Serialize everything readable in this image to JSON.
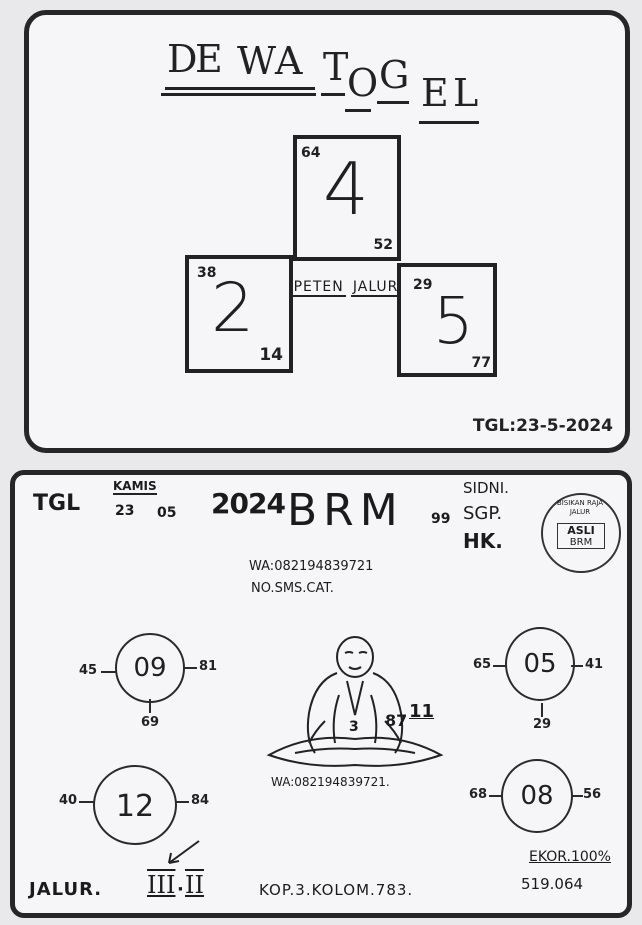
{
  "brand": {
    "letters": [
      "D",
      "E",
      "W",
      "A",
      "T",
      "O",
      "G",
      "E",
      "L"
    ]
  },
  "top": {
    "center_label_1": "PETEN",
    "center_label_2": "JALUR",
    "top_box": {
      "big": "4",
      "tl": "64",
      "br": "52"
    },
    "left_box": {
      "big": "2",
      "tl": "38",
      "br": "14"
    },
    "right_box": {
      "big": "5",
      "tl": "29",
      "br": "77"
    },
    "date": "TGL:23-5-2024"
  },
  "bottom": {
    "tgl": "TGL",
    "day": "KAMIS",
    "d_day": "23",
    "d_month": "05",
    "d_year": "2024",
    "brm": "BRM",
    "brm_sub": "99",
    "markets_1": "SIDNI.",
    "markets_2": "SGP.",
    "markets_3": "HK.",
    "wa_top": "WA:082194839721",
    "no_sms": "NO.SMS.CAT.",
    "wa_bottom": "WA:082194839721.",
    "monk_number": "3",
    "monk_tag": "87",
    "monk_tag_sub": "11",
    "stamp_ring": "BISIKAN RAJA JALUR",
    "stamp_center_1": "ASLI",
    "stamp_center_2": "BRM",
    "c1": {
      "center": "09",
      "left": "45",
      "right": "81",
      "bottom": "69"
    },
    "c2": {
      "center": "05",
      "left": "65",
      "right": "41",
      "bottom": "29"
    },
    "c3": {
      "center": "12",
      "left": "40",
      "right": "84"
    },
    "c4": {
      "center": "08",
      "left": "68",
      "right": "56"
    },
    "ekor": "EKOR.100%",
    "ekor_value": "519.064",
    "jalur": "JALUR.",
    "jalur_roman_1": "III",
    "jalur_roman_2": "II",
    "kop": "KOP.3.KOLOM.783."
  }
}
